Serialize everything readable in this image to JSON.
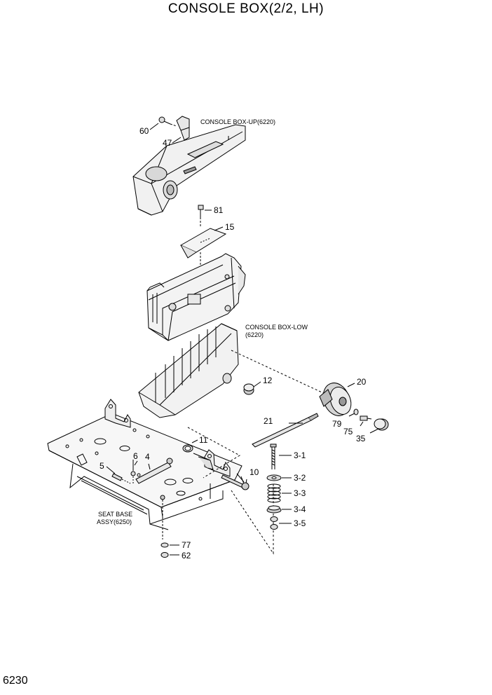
{
  "title": "CONSOLE BOX(2/2, LH)",
  "page_number": "6230",
  "notes": {
    "console_up_label": "CONSOLE BOX-UP(6220)",
    "console_low_line1": "CONSOLE BOX-LOW",
    "console_low_line2": "(6220)",
    "seat_base_line1": "SEAT BASE",
    "seat_base_line2": "ASSY(6250)"
  },
  "parts": {
    "p60": "60",
    "p47": "47",
    "p81": "81",
    "p15": "15",
    "p12": "12",
    "p20": "20",
    "p21": "21",
    "p79": "79",
    "p75": "75",
    "p35": "35",
    "p11": "11",
    "p6": "6",
    "p4": "4",
    "p5": "5",
    "p10": "10",
    "p3_1": "3-1",
    "p3_2": "3-2",
    "p3_3": "3-3",
    "p3_4": "3-4",
    "p3_5": "3-5",
    "p77": "77",
    "p62": "62"
  }
}
